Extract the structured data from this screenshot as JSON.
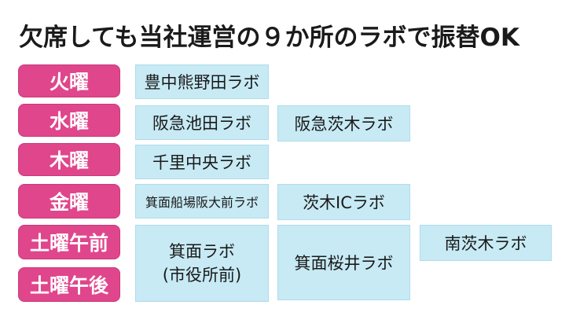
{
  "title": "欠席しても当社運営の９か所のラボで振替OK",
  "days": {
    "tue": "火曜",
    "wed": "水曜",
    "thu": "木曜",
    "fri": "金曜",
    "sat_am": "土曜午前",
    "sat_pm": "土曜午後"
  },
  "labs": {
    "toyonaka": "豊中熊野田ラボ",
    "ikeda": "阪急池田ラボ",
    "ibaraki_hankyu": "阪急茨木ラボ",
    "senri": "千里中央ラボ",
    "handai": "箕面船場阪大前ラボ",
    "ibaraki_ic": "茨木ICラボ",
    "minoh_line1": "箕面ラボ",
    "minoh_line2": "(市役所前)",
    "sakurai": "箕面桜井ラボ",
    "minami_ibaraki": "南茨木ラボ"
  },
  "colors": {
    "day_bg": "#e0468c",
    "lab_bg": "#c7eaf4"
  }
}
